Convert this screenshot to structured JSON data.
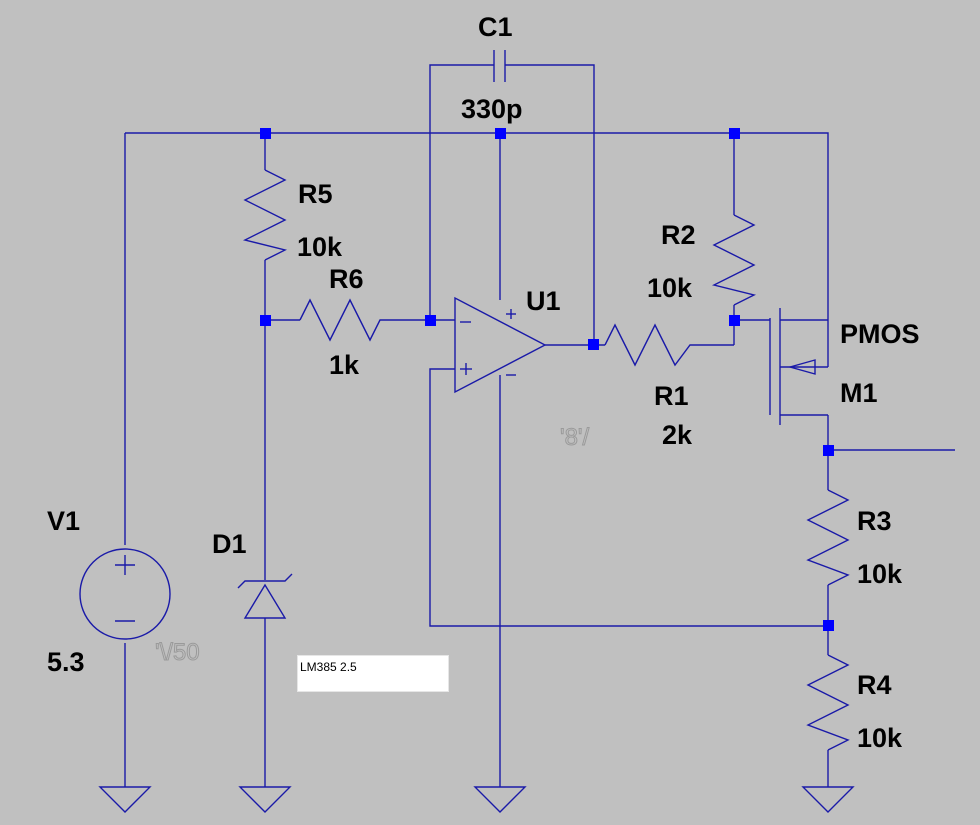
{
  "components": {
    "c1": {
      "ref": "C1",
      "value": "330p"
    },
    "r5": {
      "ref": "R5",
      "value": "10k"
    },
    "r6": {
      "ref": "R6",
      "value": "1k"
    },
    "u1": {
      "ref": "U1",
      "plus": "+",
      "minus": "−"
    },
    "r2": {
      "ref": "R2",
      "value": "10k"
    },
    "r1": {
      "ref": "R1",
      "value": "2k"
    },
    "m1": {
      "ref": "M1",
      "model": "PMOS"
    },
    "r3": {
      "ref": "R3",
      "value": "10k"
    },
    "r4": {
      "ref": "R4",
      "value": "10k"
    },
    "v1": {
      "ref": "V1",
      "value": "5.3",
      "plus": "+",
      "minus": "−"
    },
    "d1": {
      "ref": "D1"
    }
  },
  "note": "LM385 2.5",
  "faint_text": {
    "u1_marking": "'8'/",
    "d1_marking": "'\\/50"
  },
  "colors": {
    "background": "#c0c0c0",
    "wire": "#1a1aa8",
    "node": "#0000ff",
    "label": "#000000"
  }
}
